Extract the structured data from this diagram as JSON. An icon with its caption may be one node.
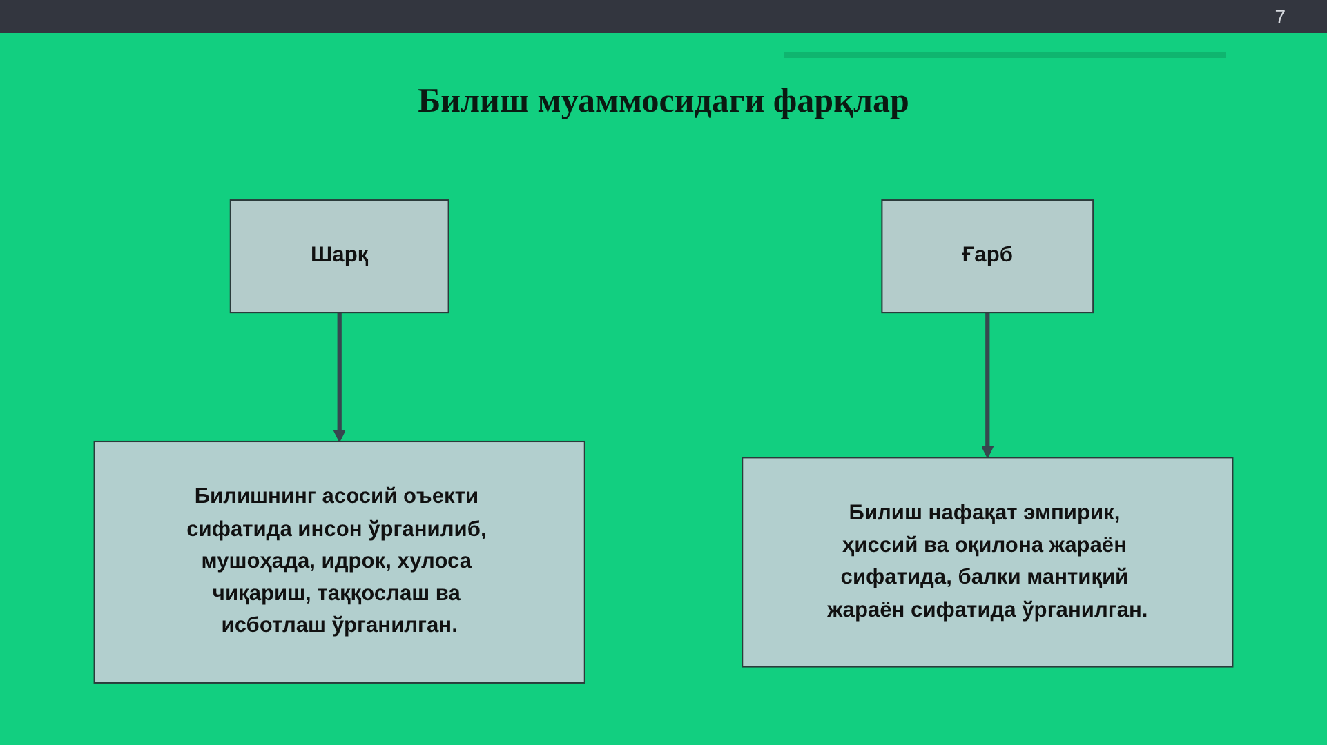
{
  "diagram": {
    "title": "Билиш муаммосидаги фарқлар",
    "nodes": [
      {
        "text": [
          "Шарқ"
        ]
      },
      {
        "text": [
          "Ғарб"
        ]
      },
      {
        "text": [
          "Билишнинг асосий оъекти сифатида инсон ўрганилиб, мушоҳада, идрок, хулоса чиқариш, таққослаш ва исботлаш ўрганилган."
        ]
      },
      {
        "text": [
          "Билиш нафақат эмпирик, ҳиссий ва оқилона жараён сифатида, балки мантиқий жараён сифатида ўрганилган."
        ]
      }
    ],
    "edges": [
      {
        "from": 0,
        "to": 2,
        "arrow": "to"
      },
      {
        "from": 1,
        "to": 3,
        "arrow": "to"
      }
    ],
    "labels": [
      "7"
    ]
  }
}
